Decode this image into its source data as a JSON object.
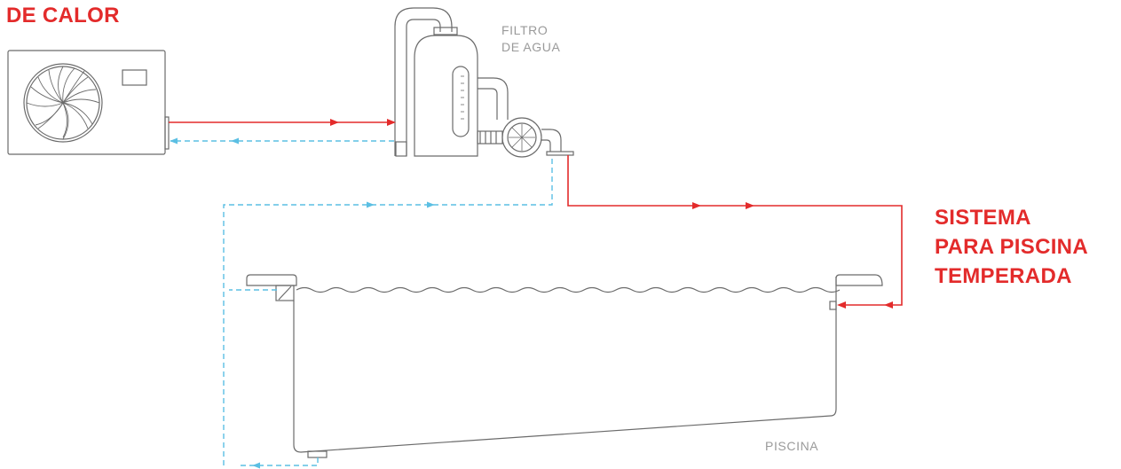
{
  "labels": {
    "heat_pump_title": "DE CALOR",
    "filter_label_line1": "FILTRO",
    "filter_label_line2": "DE AGUA",
    "system_title_line1": "SISTEMA",
    "system_title_line2": "PARA PISCINA",
    "system_title_line3": "TEMPERADA",
    "pool_label": "PISCINA"
  },
  "colors": {
    "hot_water": "#e32b2b",
    "cold_water": "#5bbfe3",
    "outline": "#6b6b6b",
    "text_grey": "#9a9a9a"
  },
  "icons": {
    "heat_pump": "heat-pump-icon",
    "filter": "water-filter-icon",
    "pump": "water-pump-icon",
    "pool": "pool-icon"
  }
}
